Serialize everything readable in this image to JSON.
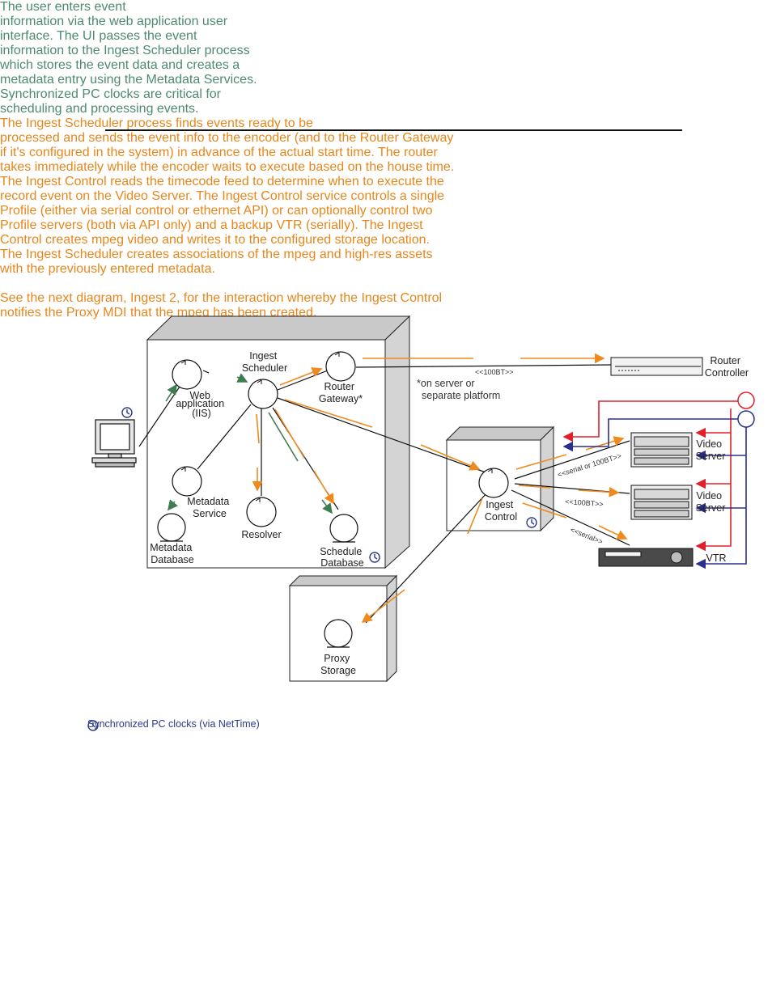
{
  "labels": {
    "ingest_scheduler": [
      "Ingest",
      "Scheduler"
    ],
    "web_application": [
      "Web",
      "application",
      "(IIS)"
    ],
    "router_gateway": [
      "Router",
      "Gateway*"
    ],
    "metadata_service": [
      "Metadata",
      "Service"
    ],
    "metadata_database": [
      "Metadata",
      "Database"
    ],
    "resolver": "Resolver",
    "schedule_database": [
      "Schedule",
      "Database"
    ],
    "router_controller": [
      "Router",
      "Controller"
    ],
    "ingest_control": [
      "Ingest",
      "Control"
    ],
    "video_server_1": [
      "Video",
      "Server"
    ],
    "video_server_2": [
      "Video",
      "Server"
    ],
    "vtr": "VTR",
    "proxy_storage": [
      "Proxy",
      "Storage"
    ]
  },
  "annotations": {
    "router_link": "<<100BT>>",
    "server_note": [
      "*on server or",
      "separate platform"
    ],
    "serial_or_100bt": "<<serial or 100BT>>",
    "link_100bt": "<<100BT>>",
    "serial": "<<serial>>"
  },
  "paragraphs": {
    "user": [
      "                  The user enters event",
      "information  via the web application user",
      "interface. The UI passes the event",
      "information to the Ingest Scheduler process",
      "which stores the event data and creates a",
      "metadata entry using the Metadata Services.",
      "Synchronized PC clocks are critical for",
      "scheduling and processing events."
    ],
    "ingest": [
      "                             The Ingest Scheduler process finds events ready to be",
      "processed and sends the event info to the encoder (and to the Router Gateway",
      "if it's configured in the system) in advance of the actual start time. The router",
      "takes immediately while the encoder waits to execute based on the house time.",
      "The Ingest Control reads the timecode feed to determine when to execute the",
      "record event on the Video Server. The Ingest Control service controls a single",
      "Profile (either via serial control or ethernet API) or can optionally control two",
      "Profile servers (both via API only) and a backup VTR (serially). The Ingest",
      "Control creates mpeg video and writes it to the configured storage location.",
      "The Ingest Scheduler creates associations of the mpeg and high-res assets",
      "with the previously entered metadata.",
      "",
      "See the next diagram, Ingest 2, for the interaction whereby the Ingest Control",
      "notifies the Proxy MDI that the mpeg has been created."
    ]
  },
  "legend": {
    "clock_text": "Synchronized PC clocks (via NetTime)"
  },
  "colors": {
    "orange": "#f08a1c",
    "green": "#3f7d50",
    "red": "#e0202a",
    "blue": "#2b2f8f",
    "teal_text": "#4d8a6e"
  }
}
